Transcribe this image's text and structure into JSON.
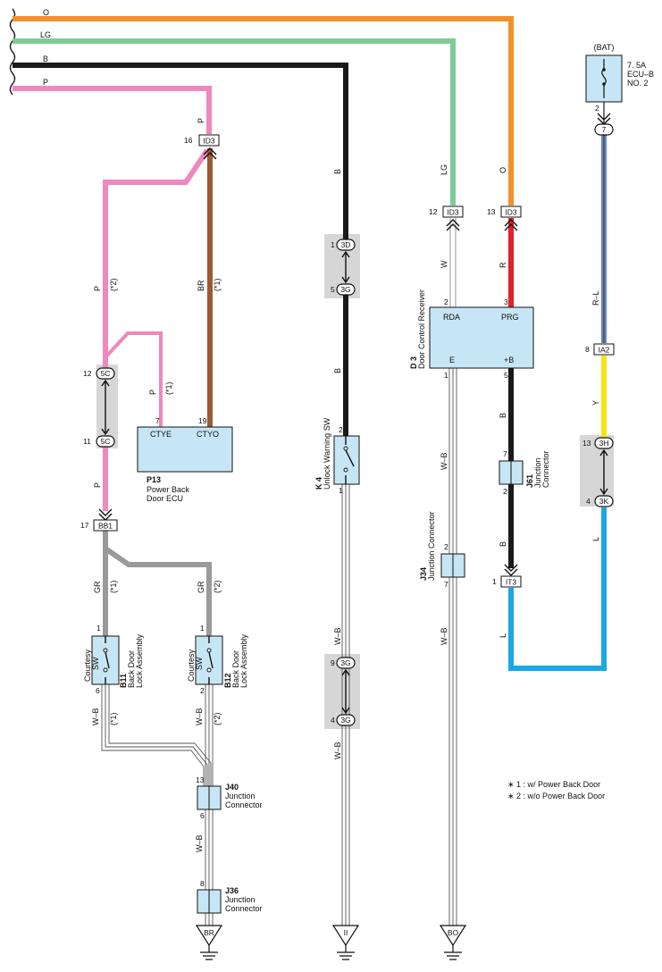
{
  "wires": {
    "top_O": "O",
    "top_LG": "LG",
    "top_B": "B",
    "top_P": "P",
    "p_down": "P",
    "b_down": "B",
    "lg_down": "LG",
    "o_down": "O",
    "p_left": "P",
    "p_left_note": "(*2)",
    "br": "BR",
    "br_note": "(*1)",
    "p_ecu": "P",
    "p_ecu_note": "(*1)",
    "p_bb1": "P",
    "gr_left": "GR",
    "gr_left_note": "(*1)",
    "gr_right": "GR",
    "gr_right_note": "(*2)",
    "wb_left": "W–B",
    "wb_left_note": "(*1)",
    "wb_right": "W–B",
    "wb_right_note": "(*2)",
    "wb_j40": "W–B",
    "b_k4a": "B",
    "b_k4b": "B",
    "wb_k4a": "W–B",
    "wb_k4b": "W–B",
    "w": "W",
    "r": "R",
    "wb_d3": "W–B",
    "wb_j34": "W–B",
    "b_j61a": "B",
    "b_j61b": "B",
    "rl": "R–L",
    "y": "Y",
    "l_right": "L",
    "l_bottom": "L"
  },
  "connectors": {
    "id3_p": "ID3",
    "id3_lg": "ID3",
    "id3_o": "ID3",
    "c5c_top": "5C",
    "c5c_bot": "5C",
    "bb1": "BB1",
    "c3d": "3D",
    "c3g_top": "3G",
    "c3g_mid": "3G",
    "c3g_bot": "3G",
    "ia2": "IA2",
    "c3h": "3H",
    "c3k": "3K",
    "it3": "IT3",
    "bat_7": "7"
  },
  "pins": {
    "p16": "16",
    "p12_lg": "12",
    "p13_o": "13",
    "p12_5c": "12",
    "p11_5c": "11",
    "p7_ecu": "7",
    "p19_ecu": "19",
    "p17_bb1": "17",
    "p1_b11": "1",
    "p6_b11": "6",
    "p1_b12": "1",
    "p2_b12": "2",
    "p13_j40": "13",
    "p6_j40": "6",
    "p8_j36": "8",
    "p1_3d": "1",
    "p5_3g": "5",
    "p2_k4": "2",
    "p1_k4": "1",
    "p9_3g": "9",
    "p4_3g": "4",
    "p2_d3": "2",
    "p3_d3": "3",
    "p1_d3": "1",
    "p5_d3": "5",
    "p2_j34": "2",
    "p7_j34": "7",
    "p7_j61": "7",
    "p2_j61": "2",
    "p1_it3": "1",
    "p2_bat": "2",
    "p8_ia2": "8",
    "p13_3h": "13",
    "p4_3k": "4"
  },
  "components": {
    "p13": {
      "id": "P13",
      "name_1": "Power Back",
      "name_2": "Door ECU",
      "term_left": "CTYE",
      "term_right": "CTYO"
    },
    "b11": {
      "id": "B11",
      "name_1": "Back Door",
      "name_2": "Lock Assembly",
      "sw_1": "Courtesy",
      "sw_2": "SW"
    },
    "b12": {
      "id": "B12",
      "name_1": "Back Door",
      "name_2": "Lock Assembly",
      "sw_1": "Courtesy",
      "sw_2": "SW"
    },
    "j40": {
      "id": "J40",
      "name_1": "Junction",
      "name_2": "Connector"
    },
    "j36": {
      "id": "J36",
      "name_1": "Junction",
      "name_2": "Connector"
    },
    "k4": {
      "id": "K 4",
      "name_1": "Unlock Warning SW"
    },
    "d3": {
      "id": "D 3",
      "name_1": "Door Control Receiver",
      "term_rda": "RDA",
      "term_prg": "PRG",
      "term_e": "E",
      "term_b": "+B"
    },
    "j34": {
      "id": "J34",
      "name_1": "Junction Connector"
    },
    "j61": {
      "id": "J61",
      "name_1": "Junction",
      "name_2": "Connector"
    },
    "fuse": {
      "bat": "(BAT)",
      "rating": "7. 5A",
      "name_1": "ECU–B",
      "name_2": "NO. 2"
    }
  },
  "grounds": {
    "br": "BR",
    "ii": "II",
    "bo": "BO"
  },
  "notes": {
    "n1": "∗ 1 : w/ Power Back Door",
    "n2": "∗ 2 : w/o Power Back Door"
  },
  "colors": {
    "orange": "#f3902a",
    "light_green": "#7ecb98",
    "black": "#1a1a1a",
    "pink": "#ee88bd",
    "brown": "#9a5a33",
    "gray": "#9a9a9a",
    "red": "#e0202a",
    "yellow": "#f5e414",
    "blue": "#18a8e6",
    "component_fill": "#c6e6f5",
    "splice_bg": "#d6d6d6"
  }
}
